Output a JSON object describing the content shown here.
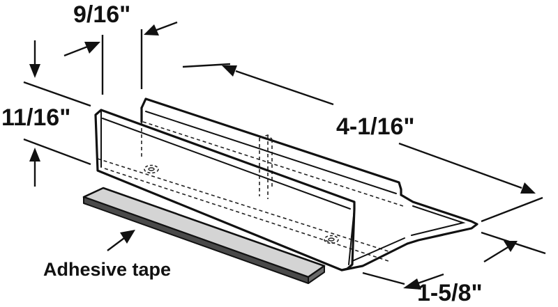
{
  "dimensions": {
    "width_between_walls": "9/16\"",
    "height": "11/16\"",
    "length": "4-1/16\"",
    "base_width": "1-5/8\""
  },
  "callouts": {
    "adhesive_tape": "Adhesive tape"
  },
  "colors": {
    "line": "#111111",
    "background": "#ffffff",
    "tape_face": "#d4d4d4",
    "tape_edge": "#4a4a4a"
  }
}
